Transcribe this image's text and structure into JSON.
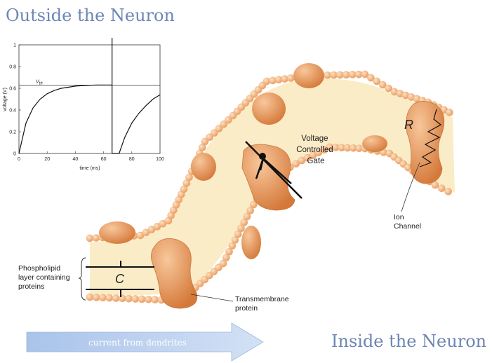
{
  "headings": {
    "outside": "Outside the Neuron",
    "inside": "Inside the Neuron"
  },
  "arrow": {
    "label": "current from dendrites",
    "color": "#bfd2ee"
  },
  "chart_data": {
    "type": "line",
    "xlabel": "time (ms)",
    "ylabel": "voltage (V)",
    "xlim": [
      0,
      100
    ],
    "ylim": [
      0,
      1
    ],
    "x_ticks": [
      "0",
      "20",
      "40",
      "60",
      "80",
      "100"
    ],
    "y_ticks": [
      "0",
      "0.2",
      "0.4",
      "0.6",
      "0.8",
      "1"
    ],
    "threshold": {
      "label": "Vth",
      "value": 0.63
    },
    "spike_time": 66,
    "series": [
      {
        "x": [
          0,
          5,
          10,
          15,
          20,
          25,
          30,
          35,
          40,
          45,
          50,
          55,
          60,
          66
        ],
        "y": [
          0,
          0.28,
          0.42,
          0.5,
          0.55,
          0.58,
          0.6,
          0.61,
          0.62,
          0.625,
          0.628,
          0.63,
          0.63,
          0.63
        ]
      },
      {
        "x": [
          66,
          70,
          71,
          75,
          80,
          85,
          90,
          95,
          100
        ],
        "y": [
          0,
          0,
          0,
          0.15,
          0.28,
          0.37,
          0.44,
          0.5,
          0.54
        ]
      }
    ]
  },
  "diagram": {
    "labels": {
      "phospholipid": [
        "Phospholipid",
        "layer containing",
        "proteins"
      ],
      "capacitor": "C",
      "transmembrane": [
        "Transmembrane",
        "protein"
      ],
      "gate": [
        "Voltage",
        "Controlled",
        "Gate"
      ],
      "resistor": "R",
      "ion_channel": [
        "Ion",
        "Channel"
      ]
    },
    "colors": {
      "head": "#f1b077",
      "tail": "#fbeac4",
      "protein": "#ec9c5f",
      "protein_dark": "#d27b3d"
    }
  }
}
